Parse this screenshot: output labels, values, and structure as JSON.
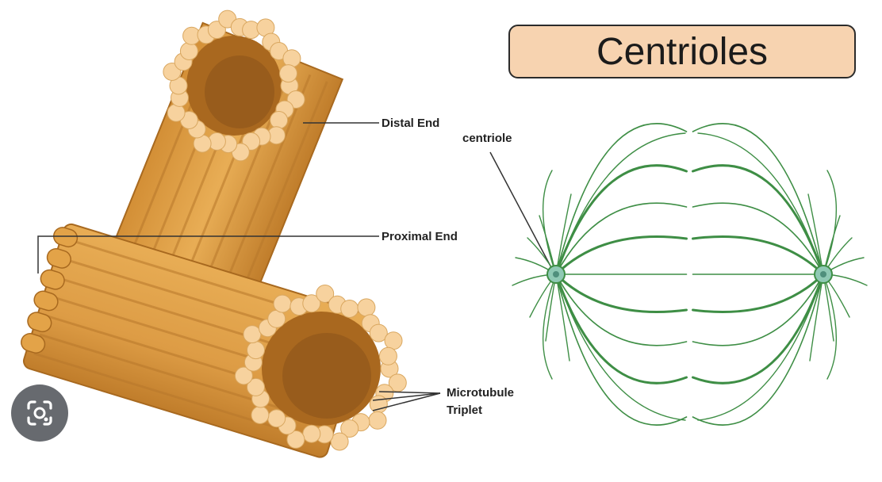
{
  "title": "Centrioles",
  "labels": {
    "distal_end": "Distal End",
    "proximal_end": "Proximal End",
    "microtubule_triplet_line1": "Microtubule",
    "microtubule_triplet_line2": "Triplet",
    "centriole": "centriole"
  },
  "icons": {
    "lens": "image-search-lens-icon"
  },
  "colors": {
    "cylinder": "#e3a348",
    "cylinder_shadow": "#b8782b",
    "cylinder_outline": "#a8691f",
    "inner_hole": "#a9681f",
    "tubule_end": "#f7d29e",
    "spindle": "#3e8e45",
    "centriole_node": "#8fc9b4",
    "title_fill": "#f7d3b0"
  }
}
